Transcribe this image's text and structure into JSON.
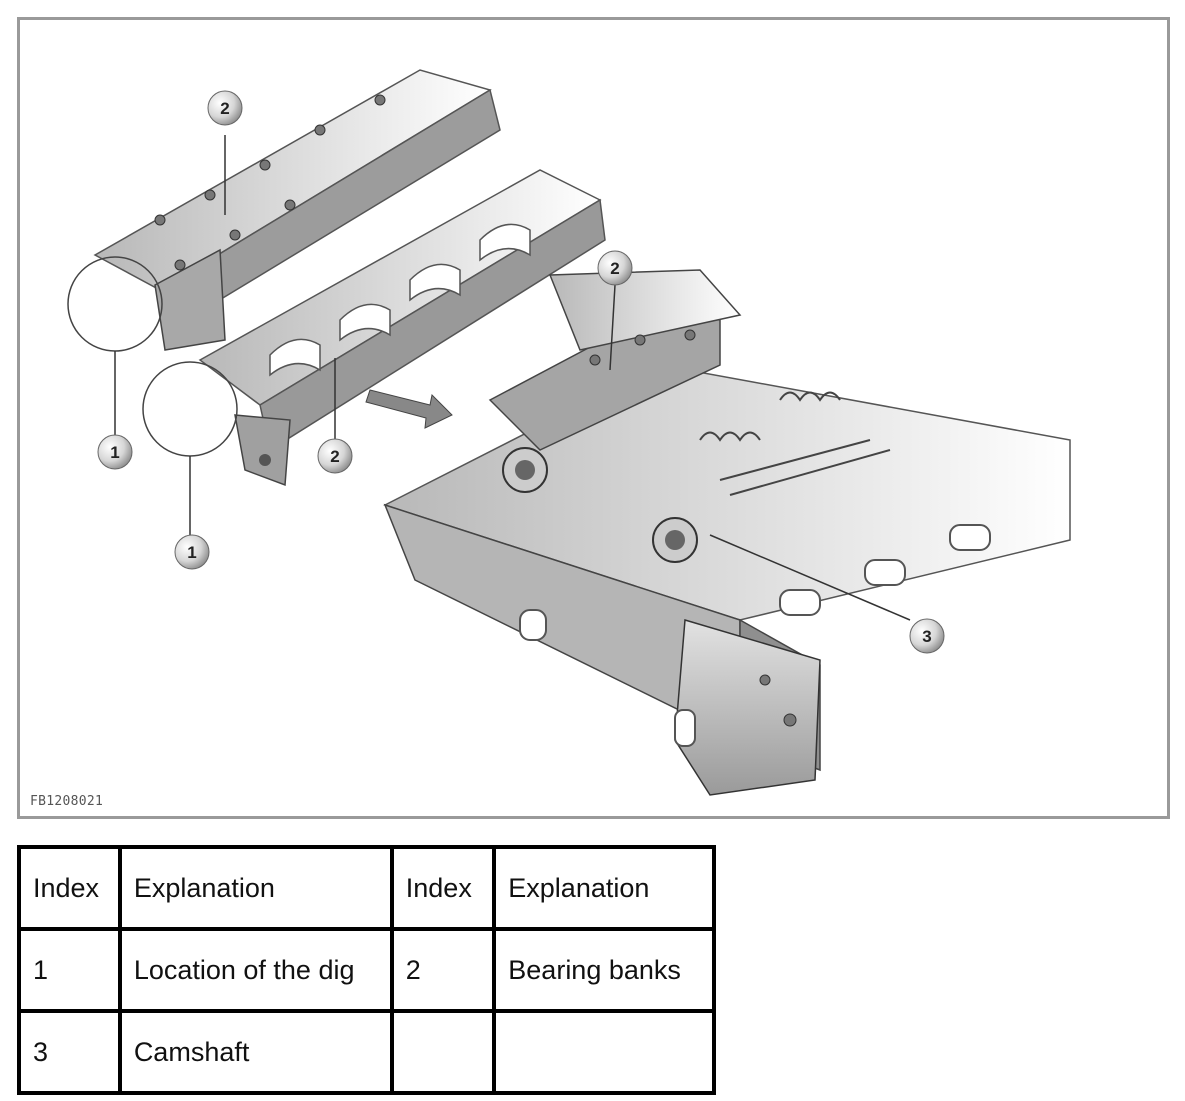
{
  "figure": {
    "id": "FB1208021",
    "callouts": [
      "1",
      "1",
      "2",
      "2",
      "2",
      "3"
    ]
  },
  "legend": {
    "header": [
      "Index",
      "Explanation",
      "Index",
      "Explanation"
    ],
    "rows": [
      [
        "1",
        "Location of the dig",
        "2",
        "Bearing banks"
      ],
      [
        "3",
        "Camshaft",
        "",
        ""
      ]
    ]
  }
}
